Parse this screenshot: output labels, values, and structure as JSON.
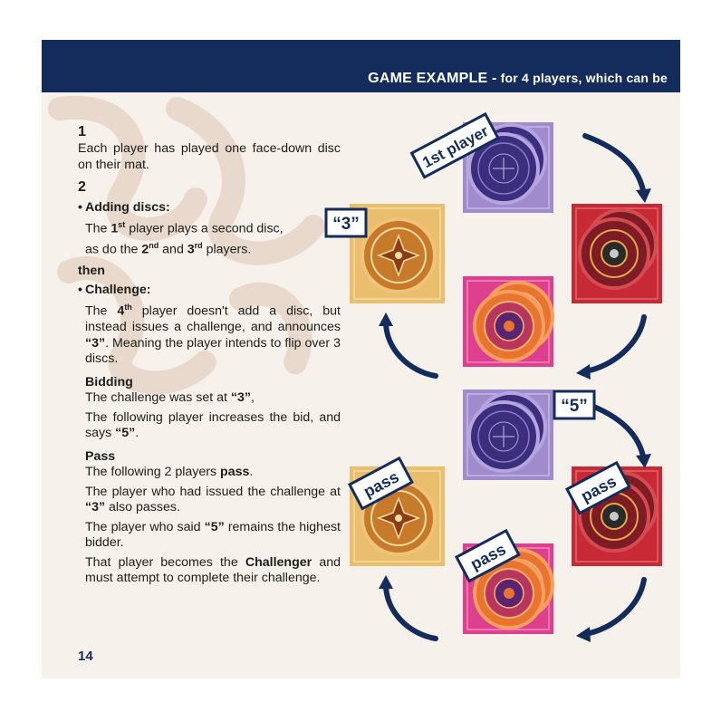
{
  "header": {
    "title": "GAME EXAMPLE -",
    "subtitle": "for 4 players, which can be"
  },
  "page_number": "14",
  "content": {
    "step1": {
      "number": "1",
      "text": "Each player has played one face-down disc on their mat."
    },
    "step2": {
      "number": "2",
      "adding": {
        "heading": "Adding discs:",
        "l1a": "The ",
        "l1b": "1",
        "l1c": "st",
        "l1d": " player plays a second disc,",
        "l2a": "as do the ",
        "l2b": "2",
        "l2c": "nd",
        "l2d": " and ",
        "l2e": "3",
        "l2f": "rd",
        "l2g": " players."
      },
      "then": "then",
      "challenge": {
        "heading": "Challenge:",
        "t1": "The ",
        "t2": "4",
        "t3": "th",
        "t4": " player doesn't add a disc, but instead issues a challenge, and announces ",
        "t5": "“3”",
        "t6": ". Meaning the player intends to flip over 3 discs."
      },
      "bidding": {
        "heading": "Bidding",
        "p1a": "The challenge was set at ",
        "p1b": "“3”",
        "p1c": ",",
        "p2a": "The following player increases the bid, and says ",
        "p2b": "“5”",
        "p2c": "."
      },
      "pass": {
        "heading": "Pass",
        "p1a": "The following 2 players ",
        "p1b": "pass",
        "p1c": ".",
        "p2a": "The player who had issued the challenge at ",
        "p2b": "“3”",
        "p2c": " also passes.",
        "p3a": "The player who said ",
        "p3b": "“5”",
        "p3c": " remains the highest bidder.",
        "p4a": "That player becomes the ",
        "p4b": "Challenger",
        "p4c": " and must attempt to complete their challenge."
      }
    }
  },
  "illustration": {
    "tags": {
      "first_player": "1st player",
      "bid_3": "“3”",
      "bid_5": "“5”",
      "pass": "pass"
    }
  },
  "colors": {
    "banner": "#132c5c",
    "purple_mat": "#a08ccd",
    "red_mat": "#c72a35",
    "pink_mat": "#df3f8f",
    "yellow_mat": "#e9bf6e",
    "arrow": "#132c5c"
  }
}
